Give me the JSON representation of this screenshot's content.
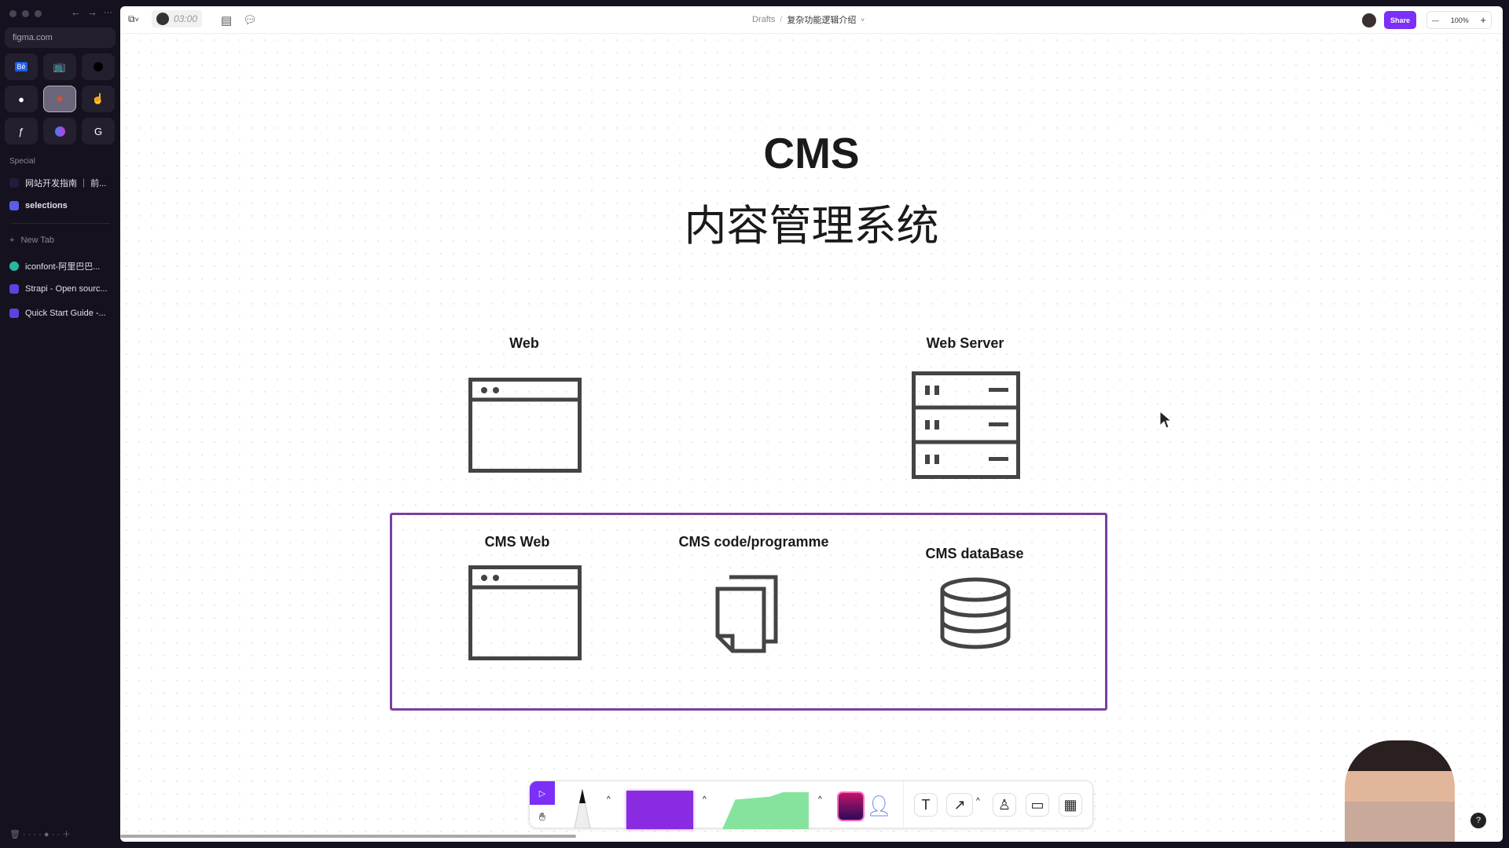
{
  "browser": {
    "url": "figma.com",
    "section_label": "Special",
    "pinned_tabs": [
      {
        "label": "网站开发指南 ｜ 前..."
      },
      {
        "label": "selections"
      }
    ],
    "new_tab_label": "New Tab",
    "tabs": [
      {
        "label": "iconfont-阿里巴巴..."
      },
      {
        "label": "Strapi - Open sourc..."
      },
      {
        "label": "Quick Start Guide -..."
      }
    ],
    "favorites": [
      "behance",
      "bilibili",
      "dot",
      "github",
      "figma",
      "pointer",
      "framer",
      "arc",
      "google"
    ]
  },
  "header": {
    "timer": "03:00",
    "breadcrumb_root": "Drafts",
    "file_name": "复杂功能逻辑介绍",
    "share_label": "Share",
    "zoom": "100%"
  },
  "canvas": {
    "title": "CMS",
    "subtitle": "内容管理系统",
    "nodes": {
      "web": "Web",
      "web_server": "Web Server",
      "cms_web": "CMS Web",
      "cms_code": "CMS code/programme",
      "cms_db": "CMS dataBase"
    },
    "group_border_color": "#7b3fa0"
  },
  "colors": {
    "accent": "#7b2ff7",
    "sidebar_bg": "#15111f"
  }
}
